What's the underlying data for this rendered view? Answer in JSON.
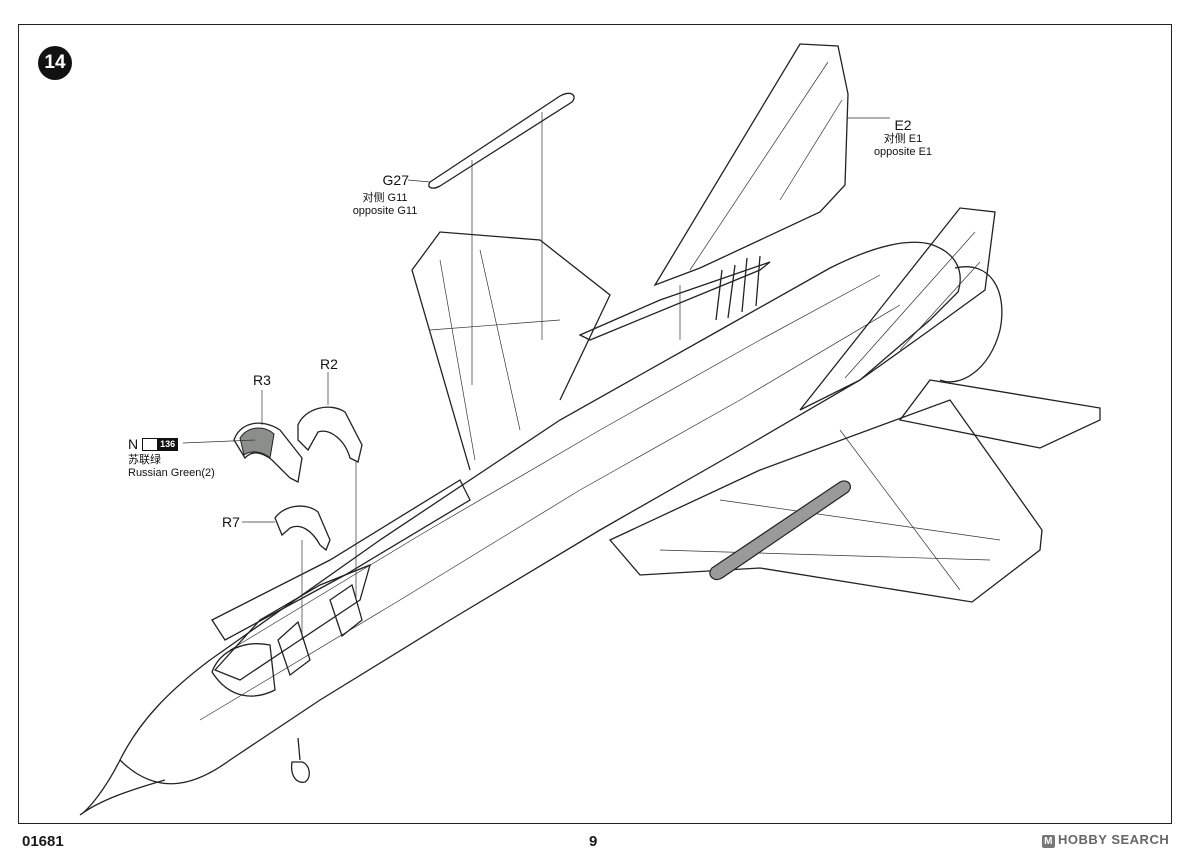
{
  "step": {
    "number": "14"
  },
  "parts": {
    "g27": {
      "id": "G27",
      "opp_cn": "对侧 G11",
      "opp_en": "opposite G11"
    },
    "e2": {
      "id": "E2",
      "opp_cn": "对侧 E1",
      "opp_en": "opposite E1"
    },
    "r2": {
      "id": "R2"
    },
    "r3": {
      "id": "R3"
    },
    "r7": {
      "id": "R7"
    }
  },
  "paint": {
    "code": "N",
    "number": "136",
    "name_cn": "苏联绿",
    "name_en": "Russian Green(2)"
  },
  "footer": {
    "product_code": "01681",
    "page_number": "9"
  },
  "watermark": {
    "text": "HOBBY SEARCH"
  },
  "colors": {
    "line": "#222222",
    "paint_fill": "#8a8f8a",
    "rail_fill": "#9a9a9a"
  }
}
